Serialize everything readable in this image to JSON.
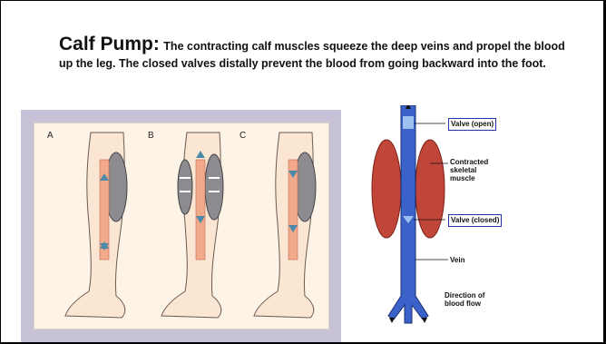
{
  "slide": {
    "title": "Calf Pump:",
    "subtitle": "The contracting calf muscles squeeze the deep veins and propel the blood up the leg.  The closed valves distally prevent the blood from going backward into the foot."
  },
  "left_figure": {
    "panel_labels": [
      "A",
      "B",
      "C"
    ],
    "colors": {
      "frame": "#c7c2d8",
      "inner": "#fdf3e7",
      "vein": "#f2a98c",
      "muscle": "#7b7b80",
      "arrow": "#4a8aa8"
    }
  },
  "right_figure": {
    "labels": {
      "valve_open": "Valve (open)",
      "contracted_muscle": "Contracted skeletal muscle",
      "valve_closed": "Valve (closed)",
      "vein": "Vein",
      "direction": "Direction of blood flow"
    },
    "colors": {
      "vein": "#3a62c8",
      "muscle": "#c2453a",
      "box_border": "#2233aa"
    }
  }
}
